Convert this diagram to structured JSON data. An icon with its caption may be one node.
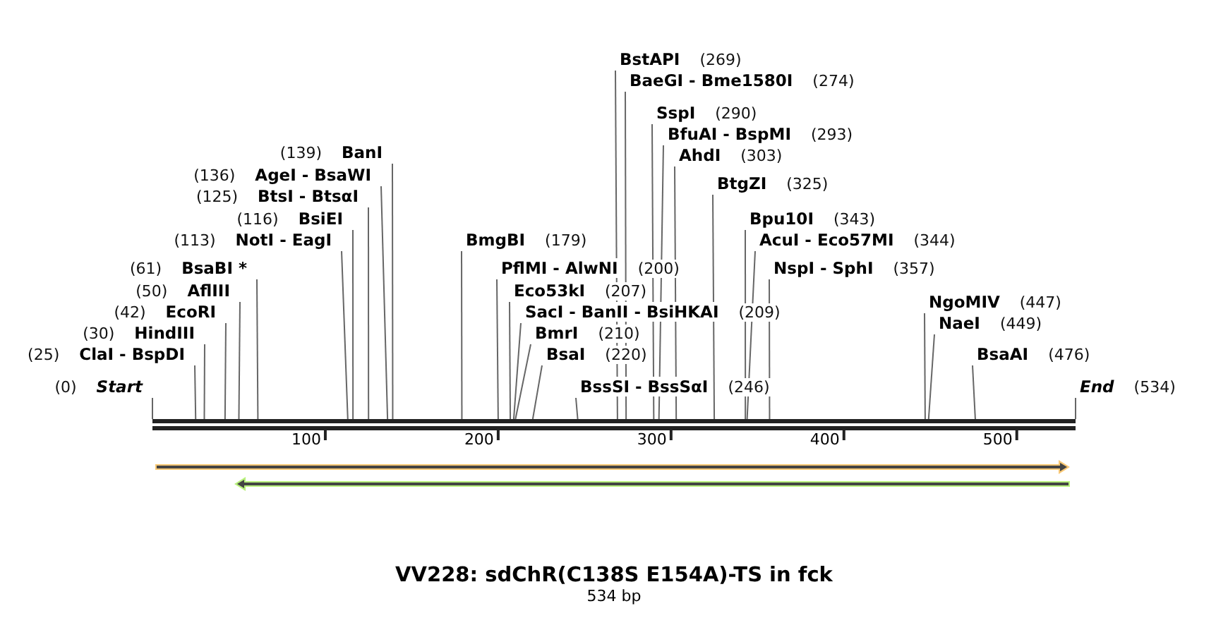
{
  "diagram": {
    "title": "VV228: sdChR(C138S E154A)-TS in fck",
    "caption": "534 bp",
    "nodes": [
      {
        "text": [
          "(0)",
          "Start"
        ]
      },
      {
        "text": [
          "(25)",
          "ClaI - BspDI"
        ]
      },
      {
        "text": [
          "(30)",
          "HindIII"
        ]
      },
      {
        "text": [
          "(42)",
          "EcoRI"
        ]
      },
      {
        "text": [
          "(50)",
          "AflIII"
        ]
      },
      {
        "text": [
          "(61)",
          "BsaBI *"
        ]
      },
      {
        "text": [
          "(113)",
          "NotI - EagI"
        ]
      },
      {
        "text": [
          "(116)",
          "BsiEI"
        ]
      },
      {
        "text": [
          "(125)",
          "BtsI - BtsαI"
        ]
      },
      {
        "text": [
          "(136)",
          "AgeI - BsaWI"
        ]
      },
      {
        "text": [
          "(139)",
          "BanI"
        ]
      },
      {
        "text": [
          "BmgBI",
          "(179)"
        ]
      },
      {
        "text": [
          "PflMI - AlwNI",
          "(200)"
        ]
      },
      {
        "text": [
          "Eco53kI",
          "(207)"
        ]
      },
      {
        "text": [
          "SacI - BanII - BsiHKAI",
          "(209)"
        ]
      },
      {
        "text": [
          "BmrI",
          "(210)"
        ]
      },
      {
        "text": [
          "BsaI",
          "(220)"
        ]
      },
      {
        "text": [
          "BssSI - BssSαI",
          "(246)"
        ]
      },
      {
        "text": [
          "BstAPI",
          "(269)"
        ]
      },
      {
        "text": [
          "BaeGI - Bme1580I",
          "(274)"
        ]
      },
      {
        "text": [
          "SspI",
          "(290)"
        ]
      },
      {
        "text": [
          "BfuAI - BspMI",
          "(293)"
        ]
      },
      {
        "text": [
          "AhdI",
          "(303)"
        ]
      },
      {
        "text": [
          "BtgZI",
          "(325)"
        ]
      },
      {
        "text": [
          "Bpu10I",
          "(343)"
        ]
      },
      {
        "text": [
          "AcuI - Eco57MI",
          "(344)"
        ]
      },
      {
        "text": [
          "NspI - SphI",
          "(357)"
        ]
      },
      {
        "text": [
          "NgoMIV",
          "(447)"
        ]
      },
      {
        "text": [
          "NaeI",
          "(449)"
        ]
      },
      {
        "text": [
          "BsaAI",
          "(476)"
        ]
      },
      {
        "text": [
          "End",
          "(534)"
        ]
      },
      {
        "text": [],
        "shape": "bar"
      },
      {
        "text": [],
        "shape": "arrow"
      },
      {
        "text": [],
        "shape": "arrow"
      }
    ],
    "edges": [
      {
        "from": 0,
        "to": 31,
        "arrow": "none"
      },
      {
        "from": 1,
        "to": 31,
        "arrow": "none"
      },
      {
        "from": 2,
        "to": 31,
        "arrow": "none"
      },
      {
        "from": 3,
        "to": 31,
        "arrow": "none"
      },
      {
        "from": 4,
        "to": 31,
        "arrow": "none"
      },
      {
        "from": 5,
        "to": 31,
        "arrow": "none"
      },
      {
        "from": 6,
        "to": 31,
        "arrow": "none"
      },
      {
        "from": 7,
        "to": 31,
        "arrow": "none"
      },
      {
        "from": 8,
        "to": 31,
        "arrow": "none"
      },
      {
        "from": 9,
        "to": 31,
        "arrow": "none"
      },
      {
        "from": 10,
        "to": 31,
        "arrow": "none"
      },
      {
        "from": 11,
        "to": 31,
        "arrow": "none"
      },
      {
        "from": 12,
        "to": 31,
        "arrow": "none"
      },
      {
        "from": 13,
        "to": 31,
        "arrow": "none"
      },
      {
        "from": 14,
        "to": 31,
        "arrow": "none"
      },
      {
        "from": 15,
        "to": 31,
        "arrow": "none"
      },
      {
        "from": 16,
        "to": 31,
        "arrow": "none"
      },
      {
        "from": 17,
        "to": 31,
        "arrow": "none"
      },
      {
        "from": 18,
        "to": 31,
        "arrow": "none"
      },
      {
        "from": 19,
        "to": 31,
        "arrow": "none"
      },
      {
        "from": 20,
        "to": 31,
        "arrow": "none"
      },
      {
        "from": 21,
        "to": 31,
        "arrow": "none"
      },
      {
        "from": 22,
        "to": 31,
        "arrow": "none"
      },
      {
        "from": 23,
        "to": 31,
        "arrow": "none"
      },
      {
        "from": 24,
        "to": 31,
        "arrow": "none"
      },
      {
        "from": 25,
        "to": 31,
        "arrow": "none"
      },
      {
        "from": 26,
        "to": 31,
        "arrow": "none"
      },
      {
        "from": 27,
        "to": 31,
        "arrow": "none"
      },
      {
        "from": 28,
        "to": 31,
        "arrow": "none"
      },
      {
        "from": 29,
        "to": 31,
        "arrow": "none"
      },
      {
        "from": 30,
        "to": 31,
        "arrow": "none"
      }
    ],
    "labels": [
      "100",
      "200",
      "300",
      "400",
      "500"
    ]
  }
}
